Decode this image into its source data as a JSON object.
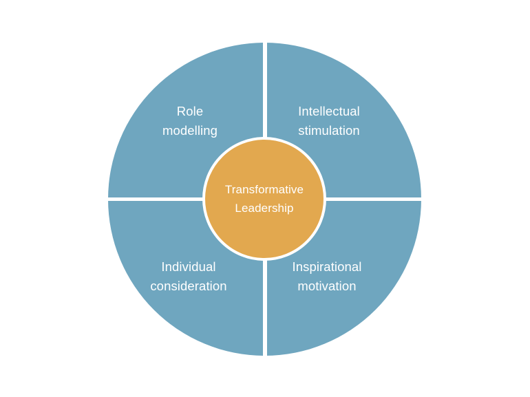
{
  "diagram": {
    "type": "concentric-quadrant-wheel",
    "title": "Transformative Leadership",
    "background_color": "#ffffff",
    "center": {
      "label": "Transformative\nLeadership",
      "lines": [
        "Transformative",
        "Leadership"
      ],
      "fill_color": "#e2a84f",
      "text_color": "#ffffff",
      "ring_color": "#ffffff"
    },
    "ring": {
      "fill_color": "#6fa6bf",
      "text_color": "#ffffff",
      "divider_color": "#ffffff"
    },
    "quadrants": [
      {
        "position": "top-left",
        "label": "Role\nmodelling",
        "lines": [
          "Role",
          "modelling"
        ]
      },
      {
        "position": "top-right",
        "label": "Intellectual\nstimulation",
        "lines": [
          "Intellectual",
          "stimulation"
        ]
      },
      {
        "position": "bottom-left",
        "label": "Individual\nconsideration",
        "lines": [
          "Individual",
          "consideration"
        ]
      },
      {
        "position": "bottom-right",
        "label": "Inspirational\nmotivation",
        "lines": [
          "Inspirational",
          "motivation"
        ]
      }
    ]
  }
}
